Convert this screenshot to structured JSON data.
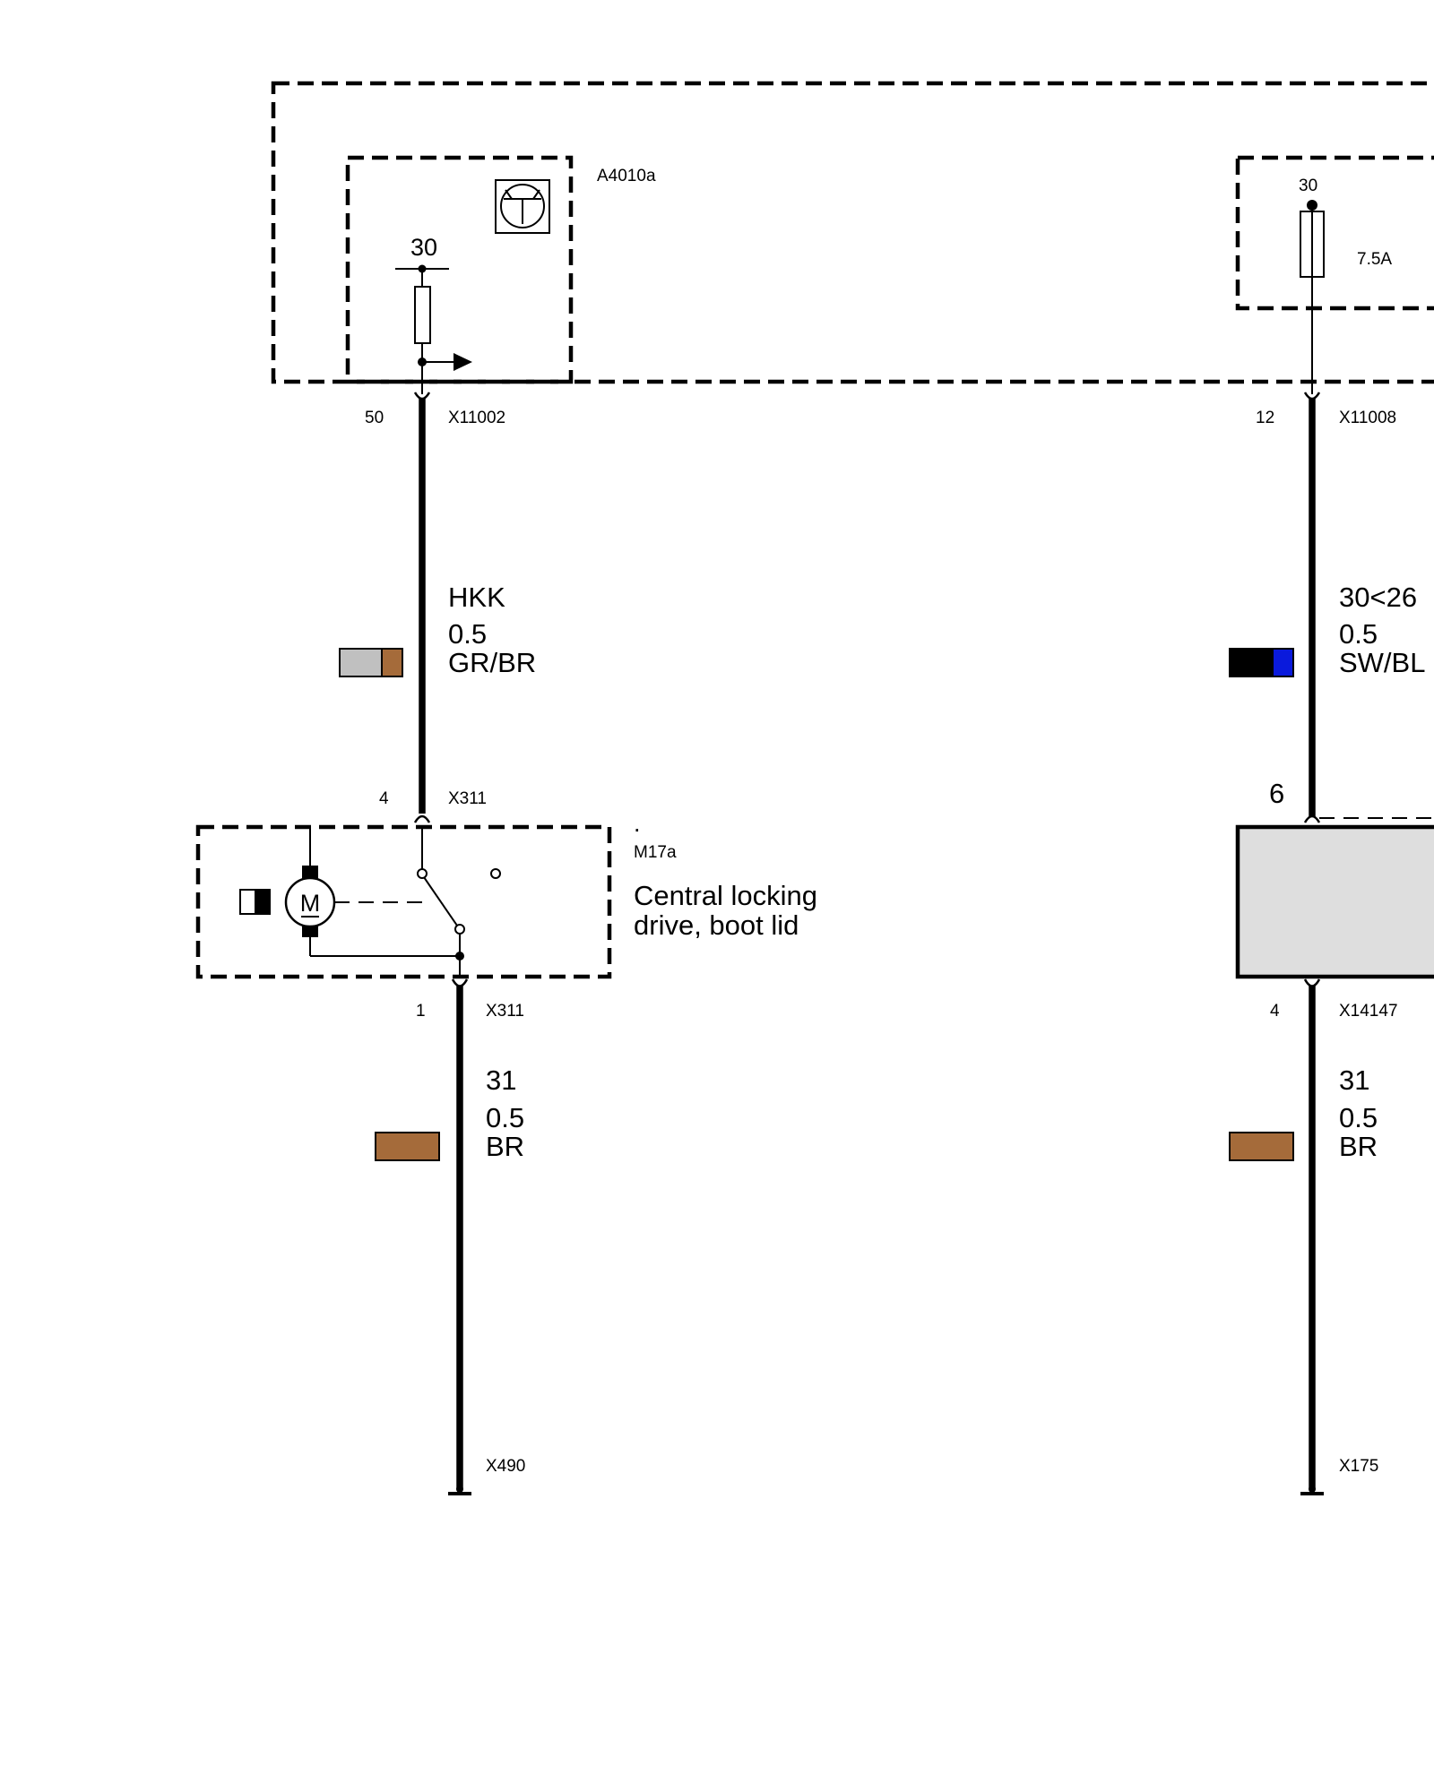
{
  "control_unit": {
    "id": "A4010a",
    "terminal_left": "30",
    "terminal_right": "30",
    "fuse_rating": "7.5A"
  },
  "left_circuit": {
    "upper_pin": "50",
    "upper_connector": "X11002",
    "wire_signal": "HKK",
    "wire_size": "0.5",
    "wire_color_code": "GR/BR",
    "wire_colors": [
      "#c0c0c0",
      "#a56b3a"
    ],
    "component_pin": "4",
    "component_connector": "X311",
    "component_dot": ".",
    "component_id": "M17a",
    "component_name_line1": "Central locking",
    "component_name_line2": "drive, boot lid",
    "motor_symbol": "M",
    "lower_pin": "1",
    "lower_connector": "X311",
    "ground_signal": "31",
    "ground_size": "0.5",
    "ground_color_code": "BR",
    "ground_color": "#a56b3a",
    "ground_point": "X490"
  },
  "right_circuit": {
    "upper_pin": "12",
    "upper_connector": "X11008",
    "wire_signal": "30<26",
    "wire_size": "0.5",
    "wire_color_code": "SW/BL",
    "wire_colors": [
      "#000000",
      "#0a1adc"
    ],
    "component_pin": "6",
    "lower_pin": "4",
    "lower_connector": "X14147",
    "ground_signal": "31",
    "ground_size": "0.5",
    "ground_color_code": "BR",
    "ground_color": "#a56b3a",
    "ground_point": "X175"
  },
  "colors": {
    "module_fill": "#dedede"
  }
}
